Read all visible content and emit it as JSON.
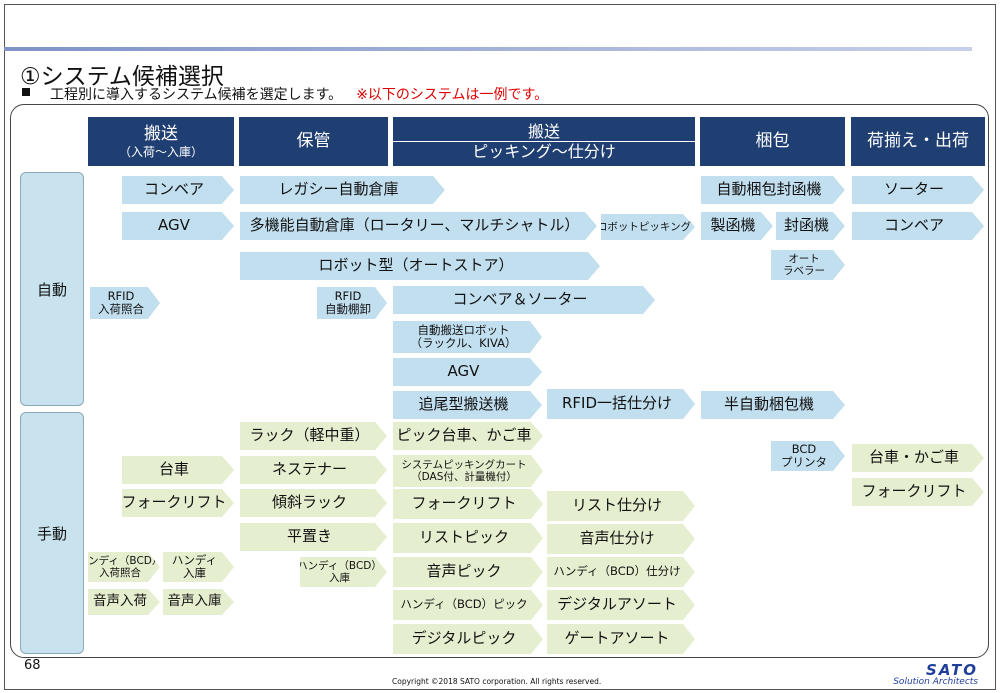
{
  "title": "①システム候補選択",
  "subtitle": "工程別に導入するシステム候補を選定します。",
  "note": "※以下のシステムは一例です。",
  "rows": {
    "auto": "自動",
    "manual": "手動"
  },
  "headers": {
    "transport": {
      "main": "搬送",
      "sub": "（入荷～入庫）"
    },
    "storage": "保管",
    "picking": {
      "main": "搬送",
      "sub": "ピッキング～仕分け"
    },
    "packing": "梱包",
    "shipping": "荷揃え・出荷"
  },
  "boxes": {
    "conveyor_in": "コンベア",
    "agv_in": "AGV",
    "rfid_arrival_1": "RFID",
    "rfid_arrival_2": "入荷照合",
    "legacy_warehouse": "レガシー自動倉庫",
    "multi_warehouse": "多機能自動倉庫（ロータリー、マルチシャトル）",
    "robot_store": "ロボット型（オートストア）",
    "rfid_shelf_1": "RFID",
    "rfid_shelf_2": "自動棚卸",
    "robot_picking": "ロボットピッキング",
    "conveyor_sorter": "コンベア＆ソーター",
    "auto_robot_1": "自動搬送ロボット",
    "auto_robot_2": "（ラックル、KIVA）",
    "agv_pick": "AGV",
    "tailing": "追尾型搬送機",
    "rfid_sort": "RFID一括仕分け",
    "auto_box_seal": "自動梱包封函機",
    "box_maker": "製函機",
    "box_sealer": "封函機",
    "auto_labeler_1": "オート",
    "auto_labeler_2": "ラベラー",
    "semi_auto_pack": "半自動梱包機",
    "sorter_out": "ソーター",
    "conveyor_out": "コンベア",
    "cart_in": "台車",
    "forklift_in": "フォークリフト",
    "handy_bcd_arrival_1": "ハンディ（BCD）",
    "handy_bcd_arrival_2": "入荷照合",
    "handy_in_1": "ハンディ",
    "handy_in_2": "入庫",
    "voice_arrival": "音声入荷",
    "voice_in": "音声入庫",
    "rack": "ラック（軽中重）",
    "nestainer": "ネステナー",
    "slope_rack": "傾斜ラック",
    "flat": "平置き",
    "handy_bcd_store_1": "ハンディ（BCD）",
    "handy_bcd_store_2": "入庫",
    "pick_cart": "ピック台車、かご車",
    "system_pick_cart_1": "システムピッキングカート",
    "system_pick_cart_2": "（DAS付、計量機付）",
    "forklift_pick": "フォークリフト",
    "list_pick": "リストピック",
    "voice_pick": "音声ピック",
    "handy_pick": "ハンディ（BCD）ピック",
    "digital_pick": "デジタルピック",
    "list_sort": "リスト仕分け",
    "voice_sort": "音声仕分け",
    "handy_sort": "ハンディ（BCD）仕分け",
    "digital_assort": "デジタルアソート",
    "gate_assort": "ゲートアソート",
    "bcd_printer_1": "BCD",
    "bcd_printer_2": "プリンタ",
    "cart_out": "台車・かご車",
    "forklift_out": "フォークリフト"
  },
  "footer": {
    "page": "68",
    "copyright": "Copyright ©2018 SATO corporation.  All rights reserved.",
    "logo": "SATO",
    "logo_tag": "Solution Architects"
  },
  "colors": {
    "header": "#1f3e72",
    "auto": "#c2dff0",
    "manual": "#e5efcf",
    "note": "#e00000"
  }
}
